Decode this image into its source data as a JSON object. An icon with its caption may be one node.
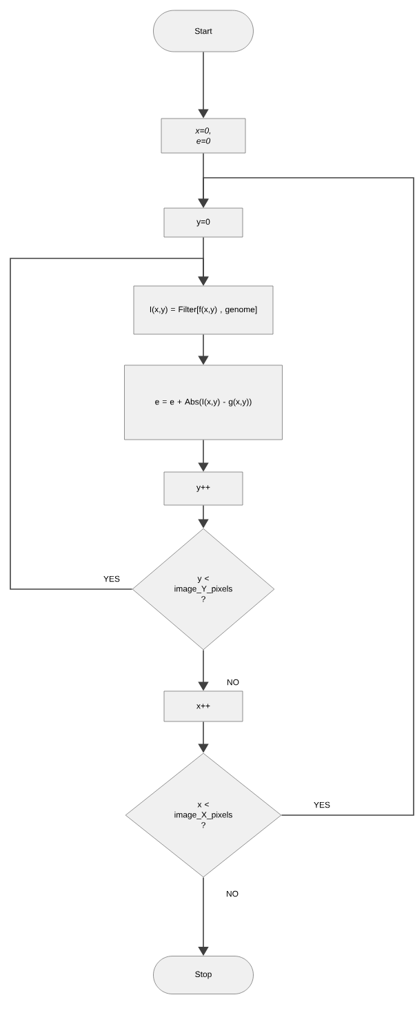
{
  "diagram": {
    "nodes": [
      {
        "text": [
          "Start"
        ]
      },
      {
        "text": [
          "x=0, e=0"
        ]
      },
      {
        "text": [
          "y=0"
        ]
      },
      {
        "text": [
          "I(x,y) = Filter[f(x,y) , genome]"
        ]
      },
      {
        "text": [
          "e = e + Abs(I(x,y) - g(x,y))"
        ]
      },
      {
        "text": [
          "y++"
        ]
      },
      {
        "text": [
          "y < image_Y_pixels ?"
        ]
      },
      {
        "text": [
          "x++"
        ]
      },
      {
        "text": [
          "x < image_X_pixels ?"
        ]
      },
      {
        "text": [
          "Stop"
        ]
      }
    ],
    "edges": [
      {
        "from": 0,
        "to": 1,
        "arrow": "to"
      },
      {
        "from": 1,
        "to": 2,
        "arrow": "to"
      },
      {
        "from": 2,
        "to": 3,
        "arrow": "to"
      },
      {
        "from": 3,
        "to": 4,
        "arrow": "to"
      },
      {
        "from": 4,
        "to": 5,
        "arrow": "to"
      },
      {
        "from": 5,
        "to": 6,
        "arrow": "to"
      },
      {
        "from": 6,
        "to": 3,
        "arrow": "to",
        "label": "YES"
      },
      {
        "from": 6,
        "to": 7,
        "arrow": "to",
        "label": "NO"
      },
      {
        "from": 7,
        "to": 8,
        "arrow": "to"
      },
      {
        "from": 8,
        "to": 2,
        "arrow": "to",
        "label": "YES"
      },
      {
        "from": 8,
        "to": 9,
        "arrow": "to",
        "label": "NO"
      }
    ]
  }
}
